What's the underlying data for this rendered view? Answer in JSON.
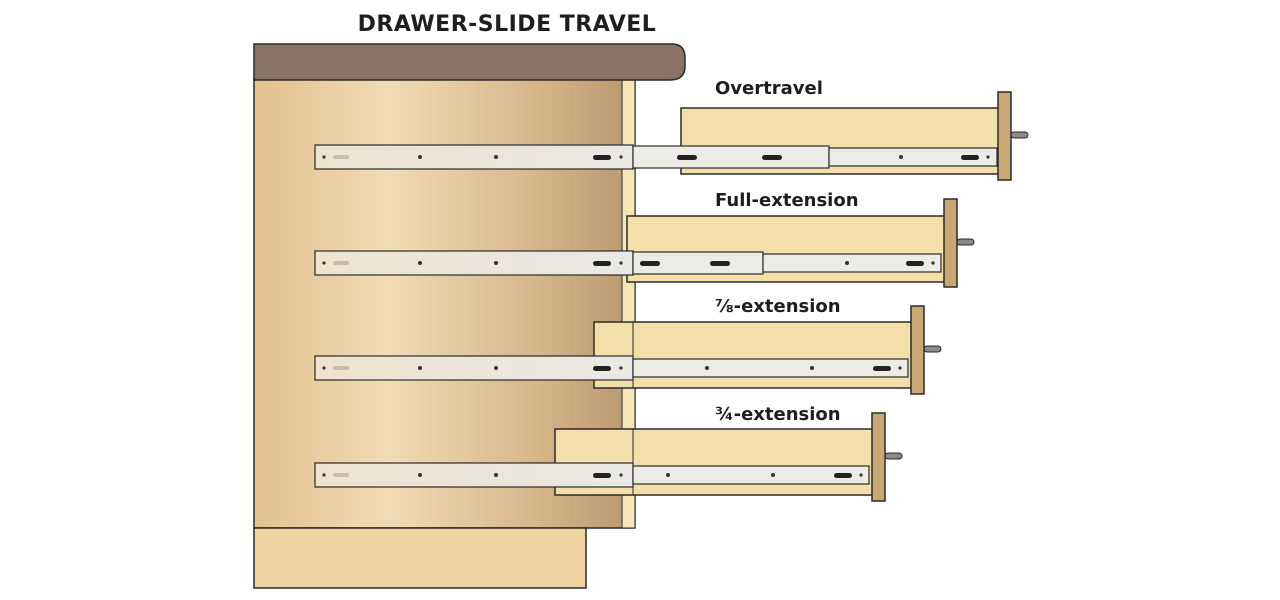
{
  "diagram": {
    "title": "DRAWER-SLIDE TRAVEL",
    "labels": [
      {
        "key": "overtravel",
        "text": "Overtravel"
      },
      {
        "key": "full",
        "text": "Full-extension"
      },
      {
        "key": "seven_eighths",
        "text": "⅞-extension"
      },
      {
        "key": "three_quarters",
        "text": "¾-extension"
      }
    ]
  },
  "colors": {
    "countertop": "#8a7466",
    "cabinet_light": "#e9c893",
    "cabinet_dark": "#bf9b73",
    "drawer_wood": "#f2dfaa",
    "drawer_front": "#c9a873",
    "slide_metal": "#ecebe6",
    "outline": "#2a2a2a"
  }
}
